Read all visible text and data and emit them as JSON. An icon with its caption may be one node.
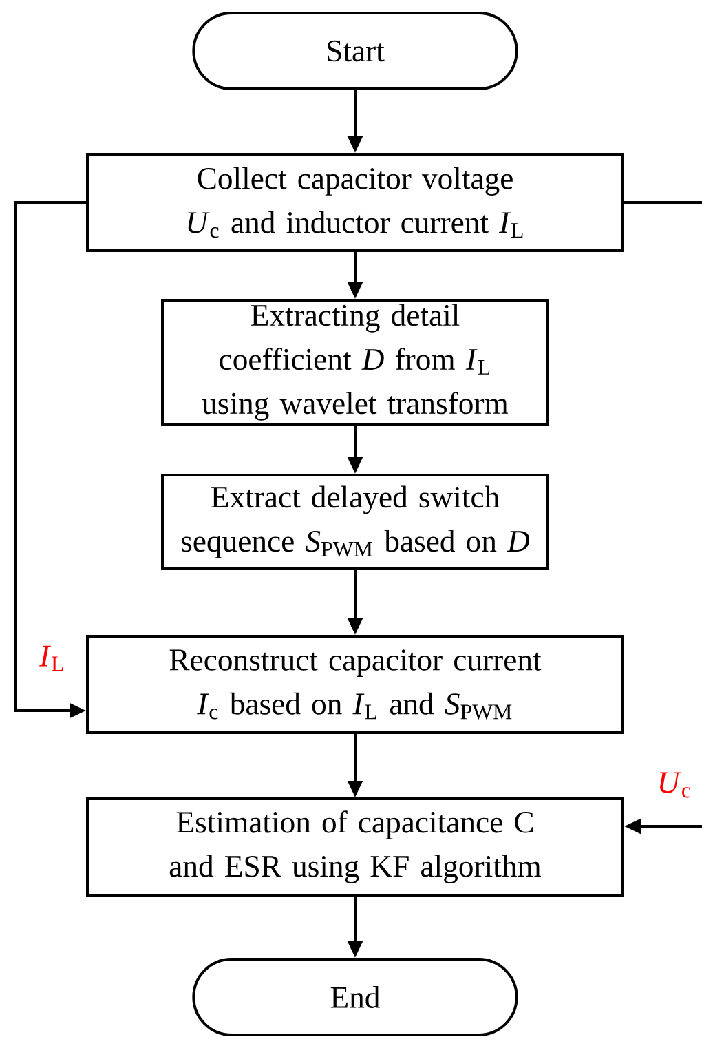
{
  "diagram": {
    "nodes": [
      {
        "text": [
          "Start"
        ]
      },
      {
        "text": [
          "Collect capacitor voltage *U*$_{c}$ and inductor current *I*$_{L}$"
        ]
      },
      {
        "text": [
          "Extracting detail coefficient *D* from *I*$_{L}$ using wavelet transform"
        ]
      },
      {
        "text": [
          "Extract delayed switch sequence *S*$_{PWM}$ based on *D*"
        ]
      },
      {
        "text": [
          "Reconstruct capacitor current *I*$_{c}$ based on *I*$_{L}$ and *S*$_{PWM}$"
        ]
      },
      {
        "text": [
          "Estimation of capacitance C and ESR using KF algorithm"
        ]
      },
      {
        "text": [
          "End"
        ]
      }
    ],
    "edges": [
      {
        "from": 0,
        "to": 1,
        "arrow": "to"
      },
      {
        "from": 1,
        "to": 2,
        "arrow": "to"
      },
      {
        "from": 2,
        "to": 3,
        "arrow": "to"
      },
      {
        "from": 3,
        "to": 4,
        "arrow": "to"
      },
      {
        "from": 1,
        "to": 4,
        "arrow": "to",
        "label": "*I*$_{L}$"
      },
      {
        "from": 4,
        "to": 5,
        "arrow": "to"
      },
      {
        "from": 1,
        "to": 5,
        "arrow": "to",
        "label": "*U*$_{c}$"
      },
      {
        "from": 5,
        "to": 6,
        "arrow": "to"
      }
    ]
  }
}
